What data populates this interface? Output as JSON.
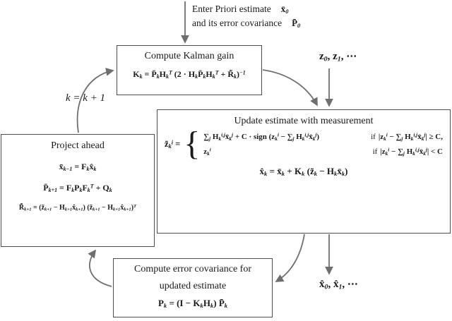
{
  "colors": {
    "arrow": "#6f6f6f",
    "box_border": "#4d4d4d",
    "text": "#1a1a1a",
    "background": "#ffffff"
  },
  "top_input": {
    "line1": "Enter Priori estimate",
    "line1_math": "x̄_{0}",
    "line2": "and its error covariance",
    "line2_math": "P̄_{0}"
  },
  "labels": {
    "measurements": "z_{0}, z_{1}, ⋯",
    "iteration": "k = k + 1",
    "outputs": "x̂_{0}, x̂_{1}, ⋯"
  },
  "boxes": {
    "gain": {
      "title": "Compute Kalman gain",
      "equation": "K_{k} = P̄_{k}H_{k}^{T} (2 · H_{k}P̄_{k}H_{k}^{T} + R̄̃_{k})^{−1}"
    },
    "update": {
      "title": "Update estimate with measurement",
      "case_lhs": "z̃_{k}^{i} =",
      "brace": "{",
      "case1_eq": "∑_{j} H_{k}^{i,j}x̄_{k}^{j} + C · sign (z_{k}^{i} − ∑_{j} H_{k}^{i,j}x̄_{k}^{j})",
      "case1_if": "if",
      "case1_cond": "|z_{k}^{i} − ∑_{j} H_{k}^{i,j}x̄_{k}^{j}| ≥ C,",
      "case2_eq": "z_{k}^{i}",
      "case2_if": "if",
      "case2_cond": "|z_{k}^{i} − ∑_{j} H_{k}^{i,j}x̄_{k}^{j}| < C",
      "final_equation": "x̂_{k} = x̄_{k} + K_{k} (z̃_{k} − H_{k}x̄_{k})"
    },
    "project": {
      "title": "Project ahead",
      "eq1": "x̄_{k−1} = F_{k}x̂_{k}",
      "eq2": "P̄_{k+1} = F_{k}P_{k}F_{k}^{T} + Q_{k}",
      "eq3": "R̄̃_{k+1} = (z̃_{k+1} − H_{k+1}x̂_{k+1}) (z̃_{k+1} − H_{k+1}x̂_{k+1})^{T}"
    },
    "covariance": {
      "title_line1": "Compute error covariance for",
      "title_line2": "updated estimate",
      "equation": "P_{k} = (I − K_{k}H_{k}) P̄_{k}"
    }
  }
}
